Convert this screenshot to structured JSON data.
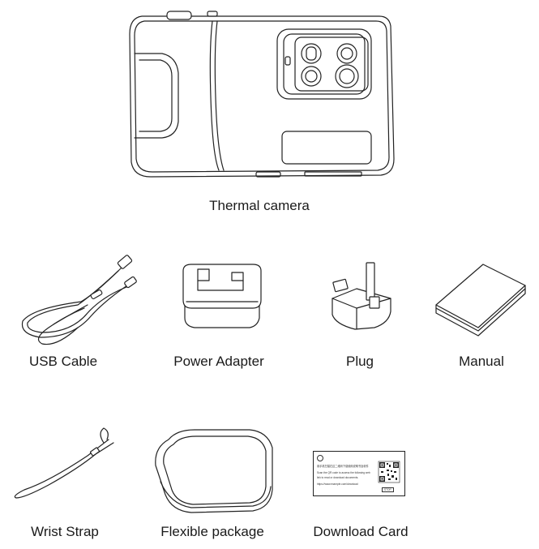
{
  "items": {
    "thermal_camera": "Thermal camera",
    "usb_cable": "USB Cable",
    "power_adapter": "Power Adapter",
    "plug": "Plug",
    "manual": "Manual",
    "wrist_strap": "Wrist Strap",
    "flexible_package": "Flexible package",
    "download_card": "Download Card"
  },
  "download_card": {
    "line1": "用手机扫描右边二维码下载使用说明书及软件",
    "line2": "Scan the QR code to access the following web",
    "line3": "link to read or download documents.",
    "line4": "https://www.example.com/download",
    "badge": "STOP"
  }
}
